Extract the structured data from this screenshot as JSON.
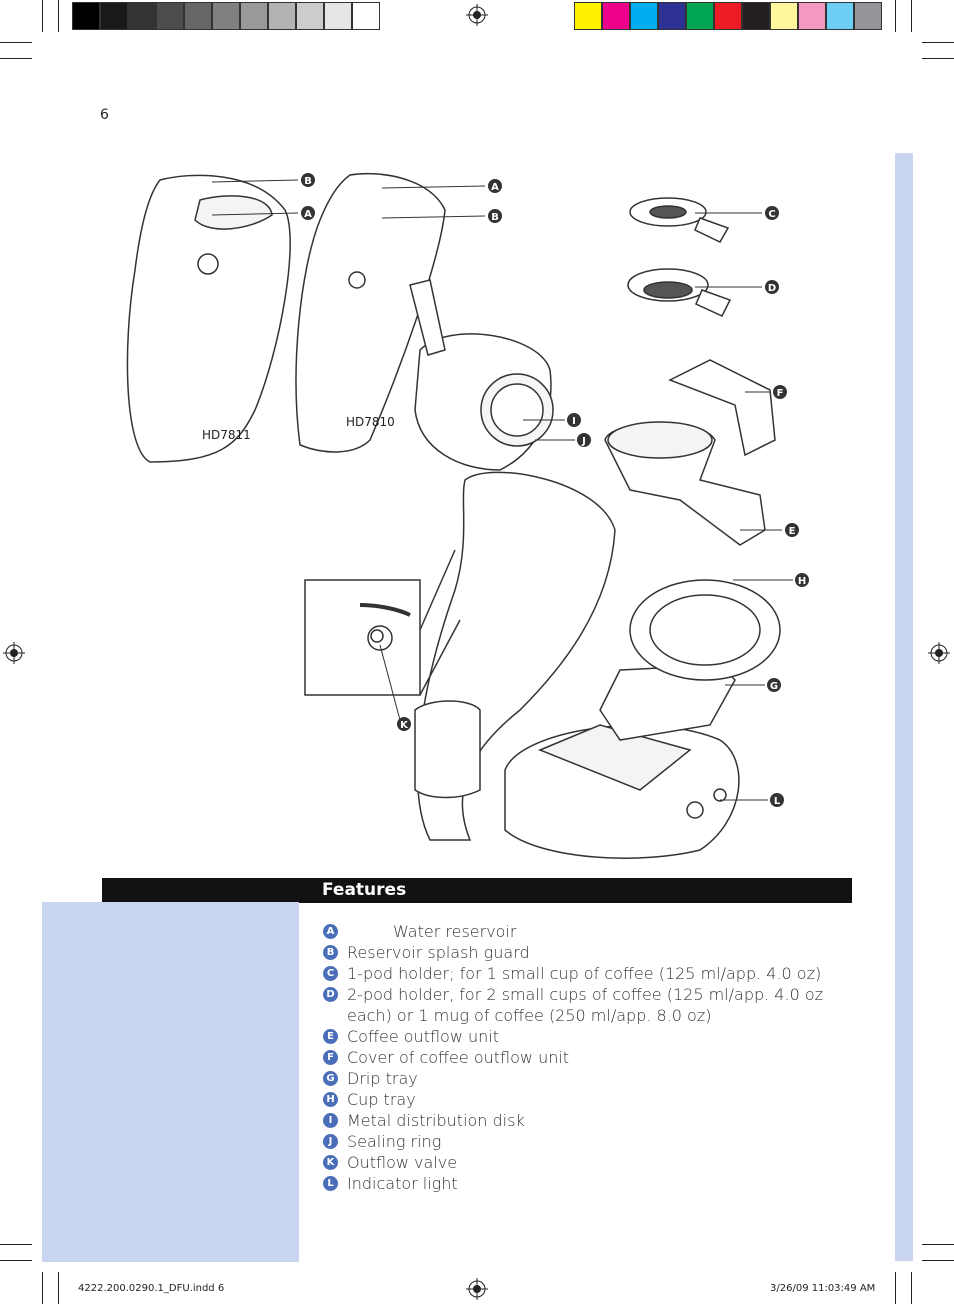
{
  "page": {
    "number": "6"
  },
  "color_bar": {
    "grays": [
      "#000000",
      "#1a1a1a",
      "#333333",
      "#4d4d4d",
      "#666666",
      "#808080",
      "#999999",
      "#b3b3b3",
      "#cccccc",
      "#e6e6e6",
      "#ffffff"
    ],
    "colors": [
      "#fff200",
      "#ec008c",
      "#00aeef",
      "#2e3192",
      "#00a651",
      "#ed1c24",
      "#231f20",
      "#fff799",
      "#f49ac1",
      "#6dcff6",
      "#939598"
    ]
  },
  "diagram": {
    "model_labels": {
      "left": "HD7811",
      "middle": "HD7810"
    },
    "callouts": [
      "A",
      "B",
      "C",
      "D",
      "E",
      "F",
      "G",
      "H",
      "I",
      "J",
      "K",
      "L"
    ]
  },
  "features": {
    "title": "Features",
    "items": [
      {
        "badge": "A",
        "text": "Water reservoir"
      },
      {
        "badge": "B",
        "text": "Reservoir splash guard"
      },
      {
        "badge": "C",
        "text": "1-pod holder; for 1 small cup of coffee (125 ml/app. 4.0 oz)"
      },
      {
        "badge": "D",
        "text": "2-pod holder, for 2 small cups of coffee  (125 ml/app. 4.0 oz each) or 1 mug of coffee (250 ml/app. 8.0 oz)"
      },
      {
        "badge": "E",
        "text": "Coffee outflow unit"
      },
      {
        "badge": "F",
        "text": "Cover of coffee outflow unit"
      },
      {
        "badge": "G",
        "text": "Drip tray"
      },
      {
        "badge": "H",
        "text": "Cup tray"
      },
      {
        "badge": "I",
        "text": "Metal distribution disk"
      },
      {
        "badge": "J",
        "text": "Sealing ring"
      },
      {
        "badge": "K",
        "text": "Outflow valve"
      },
      {
        "badge": "L",
        "text": "Indicator light"
      }
    ]
  },
  "footer": {
    "file": "4222.200.0290.1_DFU.indd   6",
    "timestamp": "3/26/09   11:03:49 AM"
  },
  "colors": {
    "accent_band": "#c9d4ee",
    "badge": "#4a6fb8",
    "bar": "#111111"
  }
}
